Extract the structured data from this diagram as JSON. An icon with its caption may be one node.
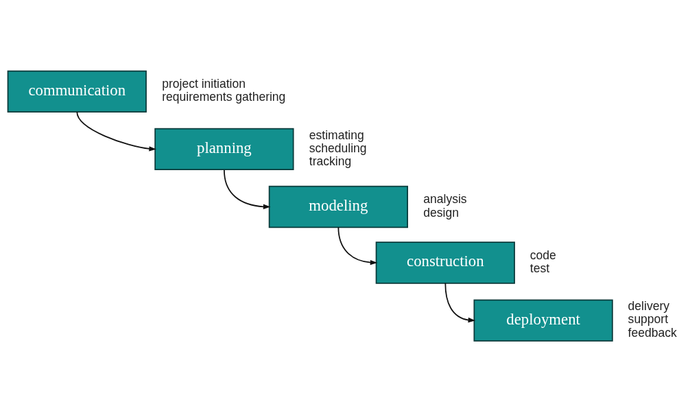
{
  "diagram": {
    "nodes": [
      {
        "text": [
          "communication"
        ],
        "beside": [
          "project initiation",
          "requirements gathering"
        ]
      },
      {
        "text": [
          "planning"
        ],
        "beside": [
          "estimating",
          "scheduling",
          "tracking"
        ]
      },
      {
        "text": [
          "modeling"
        ],
        "beside": [
          "analysis",
          "design"
        ]
      },
      {
        "text": [
          "construction"
        ],
        "beside": [
          "code",
          "test"
        ]
      },
      {
        "text": [
          "deployment"
        ],
        "beside": [
          "delivery",
          "support",
          "feedback"
        ]
      }
    ],
    "edges": [
      {
        "from": 0,
        "to": 1,
        "arrow": "to"
      },
      {
        "from": 1,
        "to": 2,
        "arrow": "to"
      },
      {
        "from": 2,
        "to": 3,
        "arrow": "to"
      },
      {
        "from": 3,
        "to": 4,
        "arrow": "to"
      }
    ]
  }
}
